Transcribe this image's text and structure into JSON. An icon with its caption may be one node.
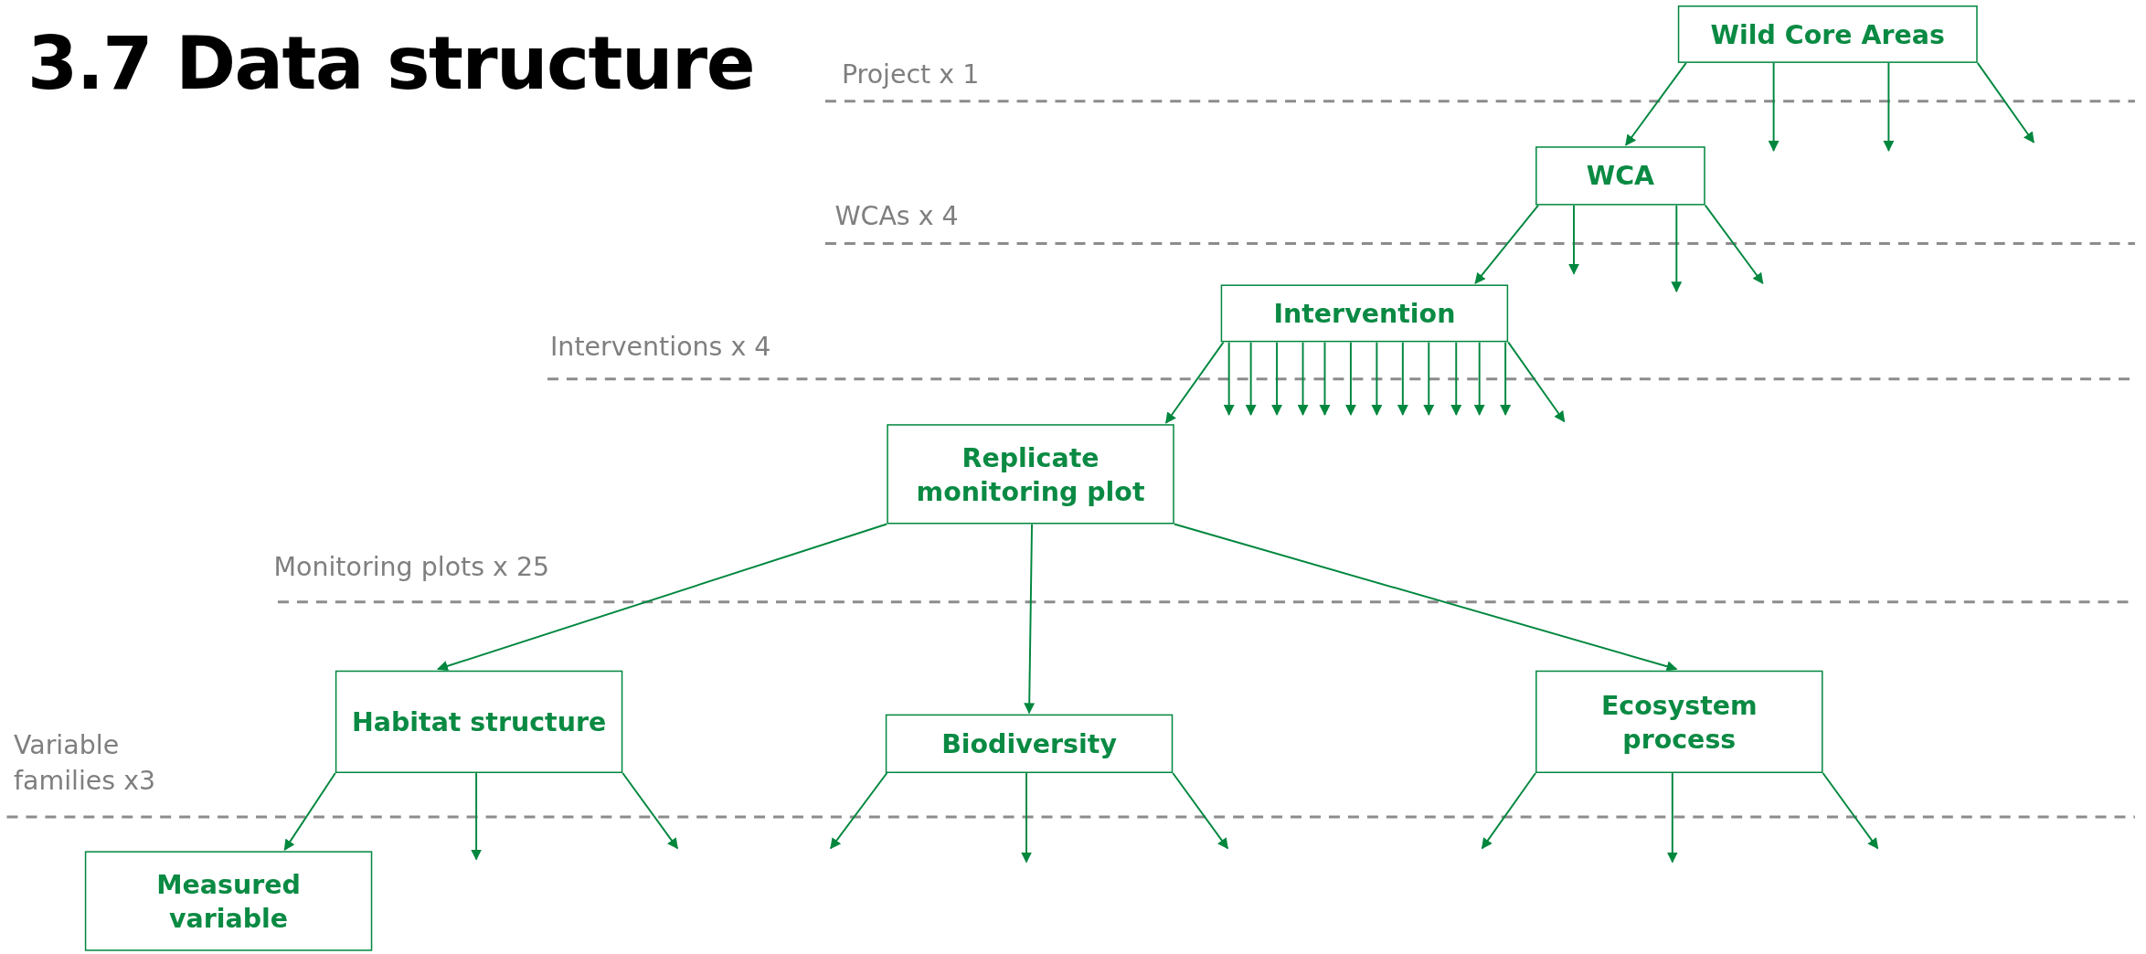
{
  "diagram": {
    "title": "3.7 Data structure",
    "nodes": [
      {
        "text": [
          "Wild Core Areas"
        ]
      },
      {
        "text": [
          "WCA"
        ]
      },
      {
        "text": [
          "Intervention"
        ]
      },
      {
        "text": [
          "Replicate monitoring plot"
        ]
      },
      {
        "text": [
          "Habitat structure"
        ]
      },
      {
        "text": [
          "Biodiversity"
        ]
      },
      {
        "text": [
          "Ecosystem process"
        ]
      },
      {
        "text": [
          "Measured variable"
        ]
      }
    ],
    "edges": [
      {
        "from": 0,
        "to": 1,
        "arrow": "to"
      },
      {
        "from": 0,
        "to": null,
        "arrow": "to"
      },
      {
        "from": 0,
        "to": null,
        "arrow": "to"
      },
      {
        "from": 0,
        "to": null,
        "arrow": "to"
      },
      {
        "from": 1,
        "to": 2,
        "arrow": "to"
      },
      {
        "from": 1,
        "to": null,
        "arrow": "to"
      },
      {
        "from": 1,
        "to": null,
        "arrow": "to"
      },
      {
        "from": 1,
        "to": null,
        "arrow": "to"
      },
      {
        "from": 2,
        "to": 3,
        "arrow": "to"
      },
      {
        "from": 2,
        "to": null,
        "arrow": "to"
      },
      {
        "from": 2,
        "to": null,
        "arrow": "to"
      },
      {
        "from": 2,
        "to": null,
        "arrow": "to"
      },
      {
        "from": 2,
        "to": null,
        "arrow": "to"
      },
      {
        "from": 2,
        "to": null,
        "arrow": "to"
      },
      {
        "from": 2,
        "to": null,
        "arrow": "to"
      },
      {
        "from": 2,
        "to": null,
        "arrow": "to"
      },
      {
        "from": 2,
        "to": null,
        "arrow": "to"
      },
      {
        "from": 2,
        "to": null,
        "arrow": "to"
      },
      {
        "from": 2,
        "to": null,
        "arrow": "to"
      },
      {
        "from": 2,
        "to": null,
        "arrow": "to"
      },
      {
        "from": 2,
        "to": null,
        "arrow": "to"
      },
      {
        "from": 2,
        "to": null,
        "arrow": "to"
      },
      {
        "from": 3,
        "to": 4,
        "arrow": "to"
      },
      {
        "from": 3,
        "to": 5,
        "arrow": "to"
      },
      {
        "from": 3,
        "to": 6,
        "arrow": "to"
      },
      {
        "from": 4,
        "to": 7,
        "arrow": "to"
      },
      {
        "from": 4,
        "to": null,
        "arrow": "to"
      },
      {
        "from": 4,
        "to": null,
        "arrow": "to"
      },
      {
        "from": 5,
        "to": null,
        "arrow": "to"
      },
      {
        "from": 5,
        "to": null,
        "arrow": "to"
      },
      {
        "from": 5,
        "to": null,
        "arrow": "to"
      },
      {
        "from": 6,
        "to": null,
        "arrow": "to"
      },
      {
        "from": 6,
        "to": null,
        "arrow": "to"
      },
      {
        "from": 6,
        "to": null,
        "arrow": "to"
      }
    ],
    "labels": [
      "Project x 1",
      "WCAs x 4",
      "Interventions x 4",
      "Monitoring plots x 25",
      "Variable families x3"
    ]
  }
}
